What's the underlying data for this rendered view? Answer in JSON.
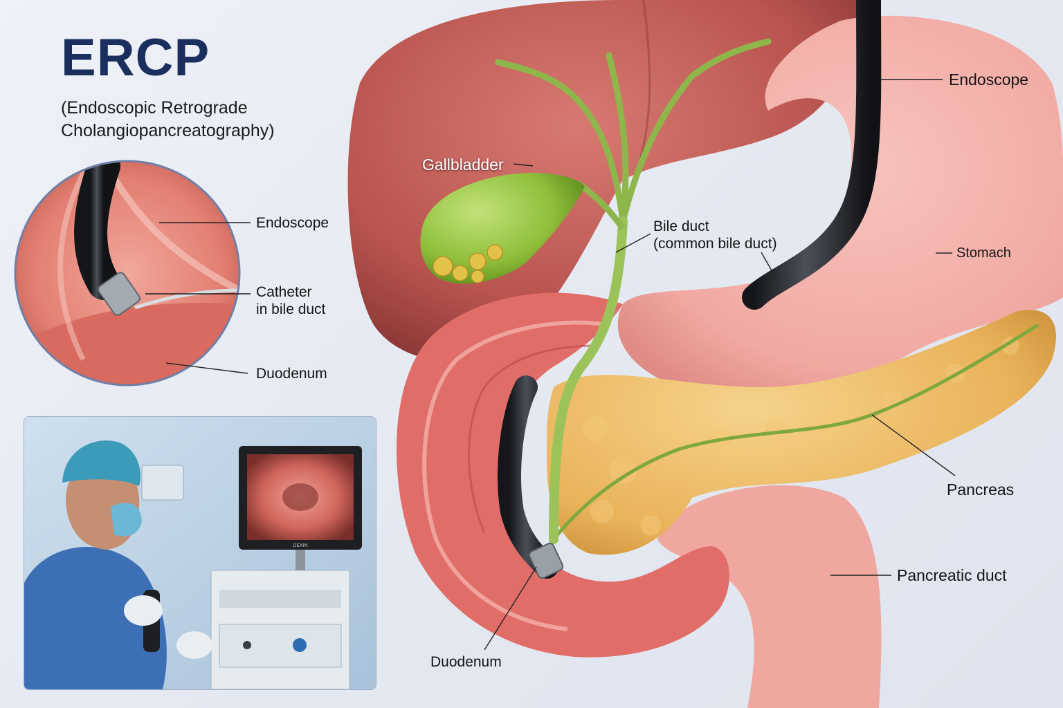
{
  "header": {
    "title": "ERCP",
    "subtitle_line1": "(Endoscopic Retrograde",
    "subtitle_line2": "Cholangiopancreatography)"
  },
  "inset": {
    "labels": {
      "endoscope": "Endoscope",
      "catheter_line1": "Catheter",
      "catheter_line2": "in bile duct",
      "duodenum": "Duodenum"
    }
  },
  "anatomy": {
    "labels": {
      "gallbladder": "Gallbladder",
      "bile_duct_line1": "Bile duct",
      "bile_duct_line2": "(common bile duct)",
      "endoscope": "Endoscope",
      "stomach": "Stomach",
      "pancreas": "Pancreas",
      "pancreatic_duct": "Pancreatic duct",
      "duodenum": "Duodenum"
    }
  },
  "photo": {
    "monitor_brand": "DEXIN"
  },
  "colors": {
    "title": "#1b2f5e",
    "liver": "#b9544f",
    "stomach": "#f1a9a2",
    "duodenum": "#e06d68",
    "pancreas": "#e9b25a",
    "gallbladder": "#8fbf3a",
    "bile_duct": "#9cc25a",
    "endoscope": "#2a2c31",
    "scrubs": "#3d6fb5",
    "cap": "#3b9bb8"
  }
}
